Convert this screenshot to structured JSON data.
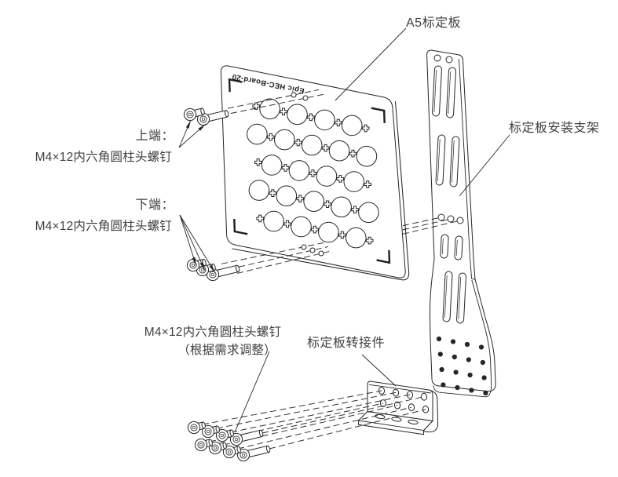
{
  "diagram": {
    "colors": {
      "background": "#ffffff",
      "line": "#262626",
      "text": "#3f3f3f"
    },
    "labels": {
      "board": "A5标定板",
      "bracket": "标定板安装支架",
      "upper_screws_title": "上端：",
      "upper_screws_spec": "M4×12内六角圆柱头螺钉",
      "lower_screws_title": "下端：",
      "lower_screws_spec": "M4×12内六角圆柱头螺钉",
      "adapter_screws_spec": "M4×12内六角圆柱头螺钉",
      "adapter_screws_note": "（根据需求调整）",
      "adapter": "标定板转接件",
      "board_marking": "Epic HEC-Board-20"
    }
  }
}
